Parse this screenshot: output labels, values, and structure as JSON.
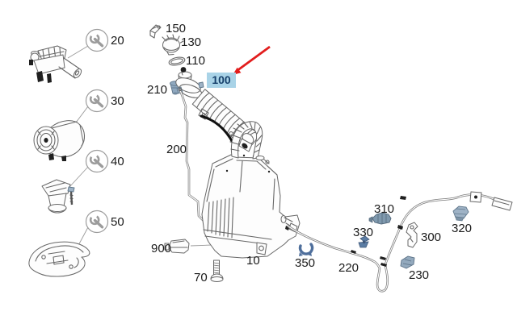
{
  "diagram": {
    "background": "#ffffff",
    "line_color": "#676767",
    "label_color": "#1a1a1a",
    "arrow_color": "#e21d1d",
    "highlight_bg": "#a9d3e7",
    "highlight_text": "#16406b",
    "selected_part": "100"
  },
  "icons": {
    "service_icon": "wrench-icon"
  },
  "callouts": {
    "p10": {
      "label": "10"
    },
    "p20": {
      "label": "20",
      "service": true
    },
    "p30": {
      "label": "30",
      "service": true
    },
    "p40": {
      "label": "40",
      "service": true
    },
    "p50": {
      "label": "50",
      "service": true
    },
    "p70": {
      "label": "70"
    },
    "p100": {
      "label": "100",
      "highlighted": true
    },
    "p110": {
      "label": "110"
    },
    "p130": {
      "label": "130"
    },
    "p150": {
      "label": "150"
    },
    "p200": {
      "label": "200"
    },
    "p210": {
      "label": "210"
    },
    "p220": {
      "label": "220"
    },
    "p230": {
      "label": "230"
    },
    "p300": {
      "label": "300"
    },
    "p310": {
      "label": "310"
    },
    "p320": {
      "label": "320"
    },
    "p330": {
      "label": "330"
    },
    "p350": {
      "label": "350"
    },
    "p900": {
      "label": "900"
    }
  }
}
